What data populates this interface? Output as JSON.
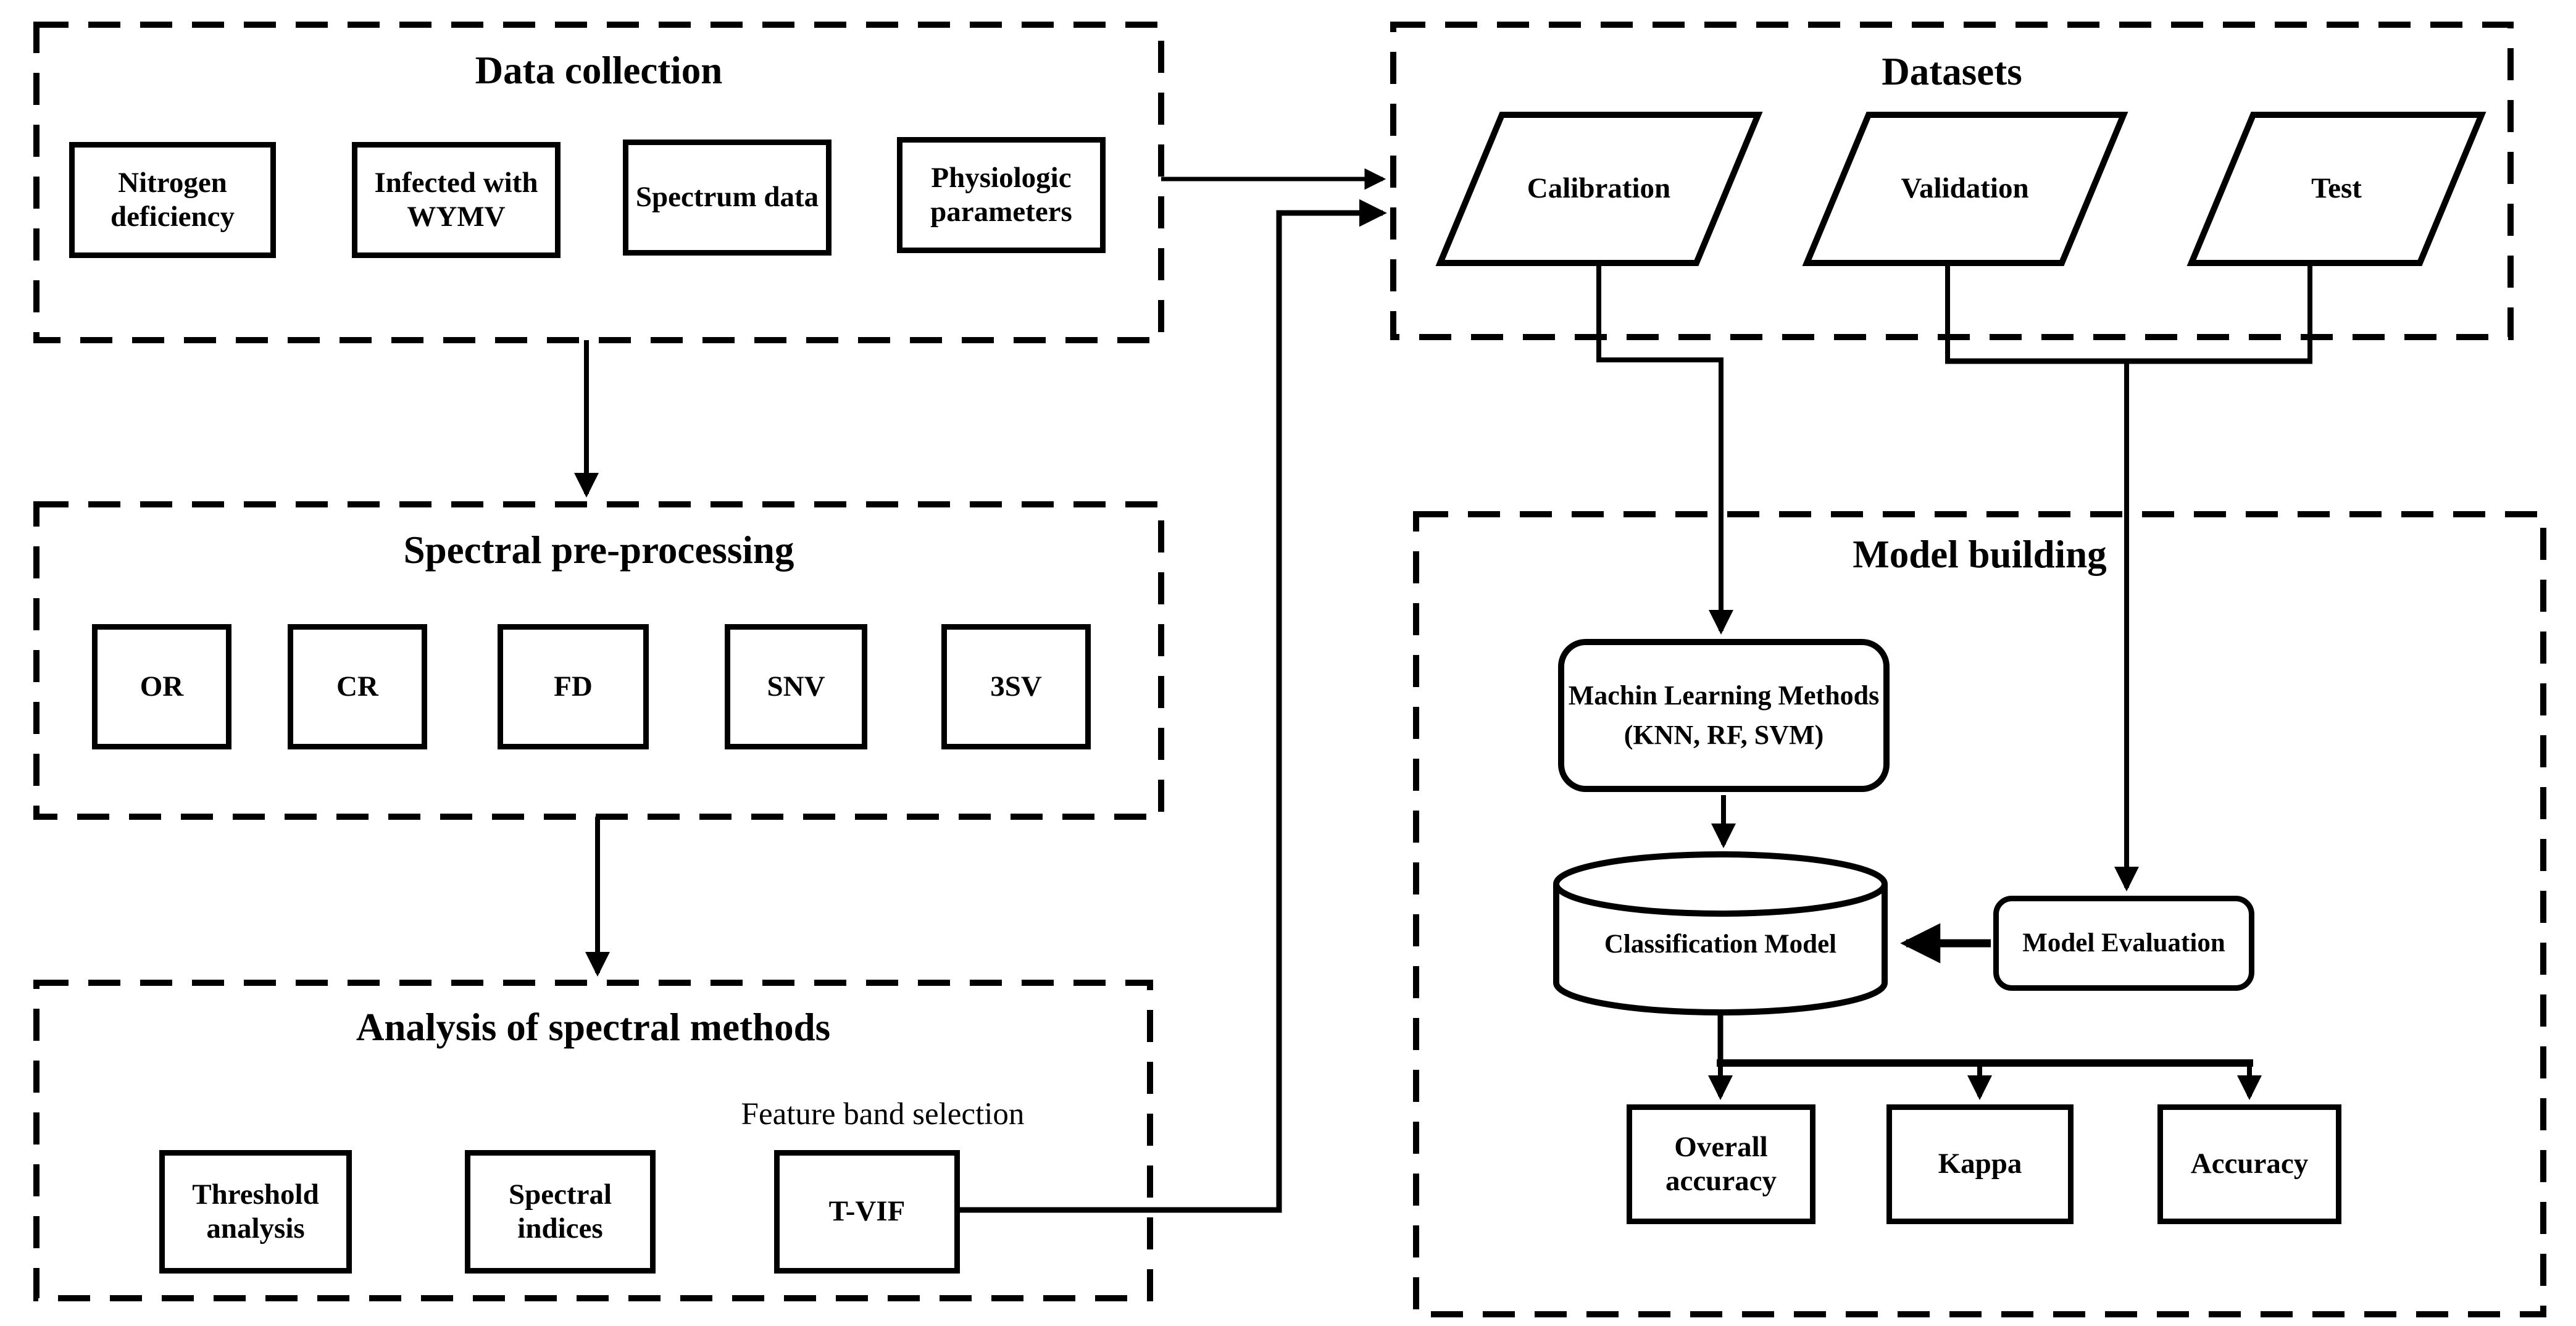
{
  "diagram": {
    "data_collection": {
      "title": "Data collection",
      "items": [
        "Nitrogen\ndeficiency",
        "Infected with\nWYMV",
        "Spectrum data",
        "Physiologic\nparameters"
      ]
    },
    "preprocessing": {
      "title": "Spectral pre-processing",
      "items": [
        "OR",
        "CR",
        "FD",
        "SNV",
        "3SV"
      ]
    },
    "analysis": {
      "title": "Analysis of spectral methods",
      "feature_label": "Feature band selection",
      "items": [
        "Threshold\nanalysis",
        "Spectral\nindices",
        "T-VIF"
      ]
    },
    "datasets": {
      "title": "Datasets",
      "items": [
        "Calibration",
        "Validation",
        "Test"
      ]
    },
    "model_building": {
      "title": "Model building",
      "ml_methods": "Machin Learning Methods\n(KNN, RF, SVM)",
      "classification_model": "Classification Model",
      "model_evaluation": "Model Evaluation",
      "metrics": [
        "Overall\naccuracy",
        "Kappa",
        "Accuracy"
      ]
    },
    "colors": {
      "ink": "#000000",
      "background": "#ffffff"
    }
  }
}
